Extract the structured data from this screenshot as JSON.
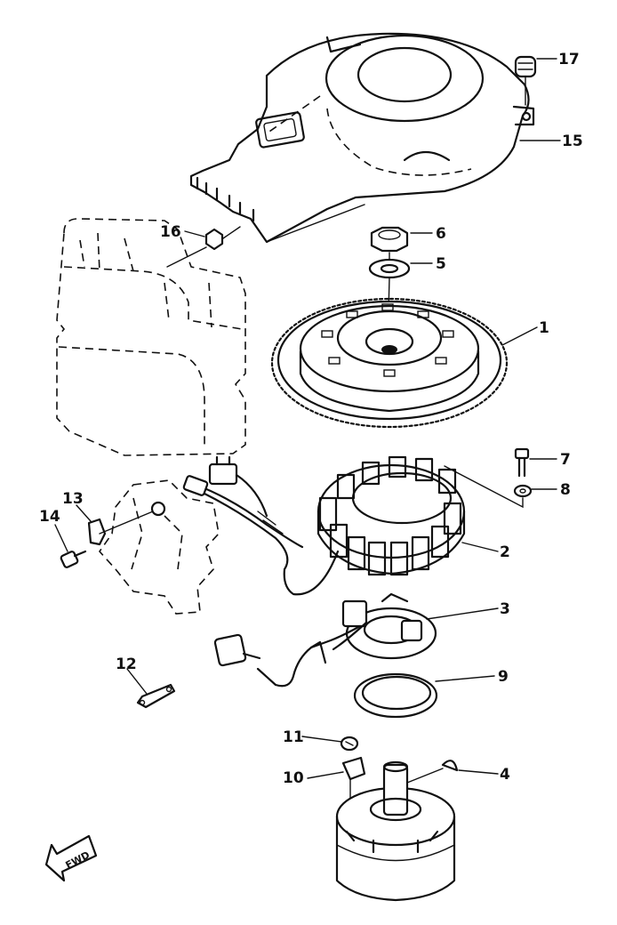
{
  "callouts": [
    {
      "id": "p1",
      "label": "1"
    },
    {
      "id": "p2",
      "label": "2"
    },
    {
      "id": "p3",
      "label": "3"
    },
    {
      "id": "p4",
      "label": "4"
    },
    {
      "id": "p5",
      "label": "5"
    },
    {
      "id": "p6",
      "label": "6"
    },
    {
      "id": "p7",
      "label": "7"
    },
    {
      "id": "p8",
      "label": "8"
    },
    {
      "id": "p9",
      "label": "9"
    },
    {
      "id": "p10",
      "label": "10"
    },
    {
      "id": "p11",
      "label": "11"
    },
    {
      "id": "p12",
      "label": "12"
    },
    {
      "id": "p13",
      "label": "13"
    },
    {
      "id": "p14",
      "label": "14"
    },
    {
      "id": "p15",
      "label": "15"
    },
    {
      "id": "p16",
      "label": "16"
    },
    {
      "id": "p17",
      "label": "17"
    }
  ],
  "direction_marker": {
    "text": "FWD",
    "icon": "arrow-down-left-icon"
  }
}
